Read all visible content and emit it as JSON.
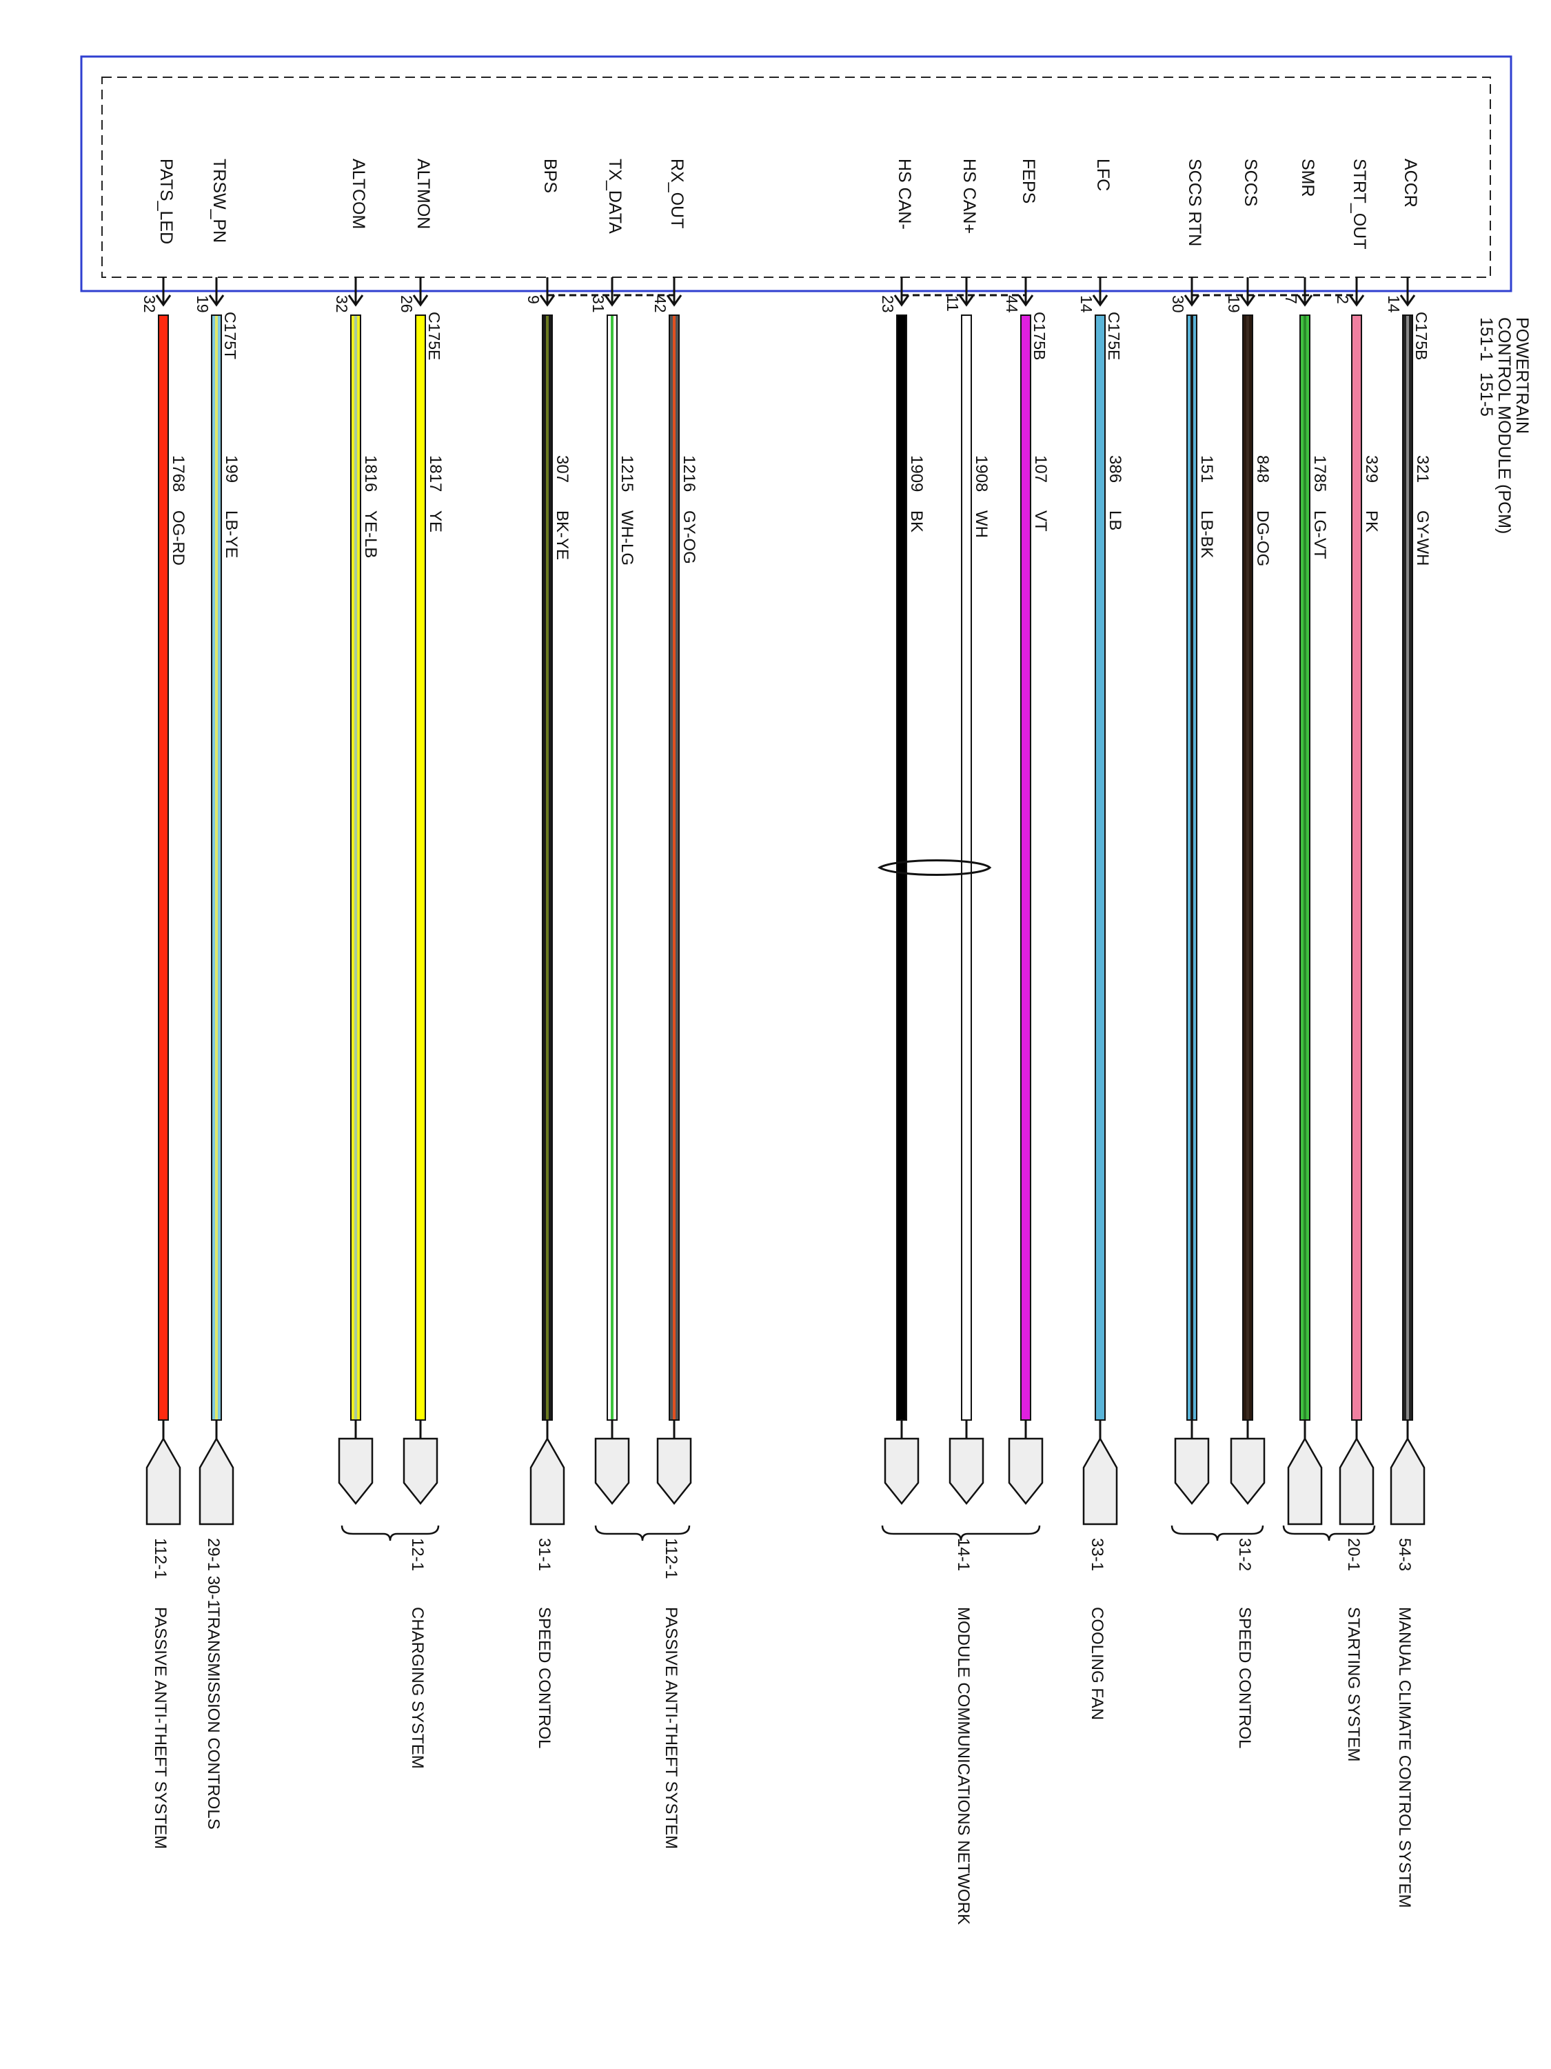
{
  "module": {
    "name_lines": [
      "POWERTRAIN",
      "CONTROL MODULE (PCM)"
    ],
    "refs": [
      "151-1",
      "151-5"
    ]
  },
  "wires": [
    {
      "signal": "PATS_LED",
      "pin": "32",
      "connector": "",
      "circuit": "1768",
      "color_code": "OG-RD",
      "hex": "#ff2a10",
      "stripe": "#ff2a10",
      "ref": "112-1",
      "system": "PASSIVE ANTI-THEFT SYSTEM",
      "terminal": "flag"
    },
    {
      "signal": "TRSW_PN",
      "pin": "19",
      "connector": "C175T",
      "circuit": "199",
      "color_code": "LB-YE",
      "hex": "#7ec8e0",
      "stripe": "#dfe86a",
      "ref": "29-1 30-1",
      "system": "TRANSMISSION CONTROLS",
      "terminal": "flag"
    },
    {
      "signal": "ALTCOM",
      "pin": "32",
      "connector": "",
      "circuit": "1816",
      "color_code": "YE-LB",
      "hex": "#f0f020",
      "stripe": "#a8c8a0",
      "ref": "",
      "system": "",
      "terminal": "arrow"
    },
    {
      "signal": "ALTMON",
      "pin": "26",
      "connector": "C175E",
      "circuit": "1817",
      "color_code": "YE",
      "hex": "#ffff00",
      "stripe": "#ffff00",
      "ref": "12-1",
      "system": "CHARGING SYSTEM",
      "terminal": "arrow"
    },
    {
      "signal": "BPS",
      "pin": "9",
      "connector": "",
      "circuit": "307",
      "color_code": "BK-YE",
      "hex": "#1a1a1a",
      "stripe": "#6b7a20",
      "ref": "31-1",
      "system": "SPEED CONTROL",
      "terminal": "flag"
    },
    {
      "signal": "TX_DATA",
      "pin": "31",
      "connector": "",
      "circuit": "1215",
      "color_code": "WH-LG",
      "hex": "#ffffff",
      "stripe": "#3cc43c",
      "ref": "",
      "system": "",
      "terminal": "arrow"
    },
    {
      "signal": "RX_OUT",
      "pin": "42",
      "connector": "",
      "circuit": "1216",
      "color_code": "GY-OG",
      "hex": "#555555",
      "stripe": "#e05020",
      "ref": "112-1",
      "system": "PASSIVE ANTI-THEFT SYSTEM",
      "terminal": "arrow"
    },
    {
      "signal": "HS CAN-",
      "pin": "23",
      "connector": "",
      "circuit": "1909",
      "color_code": "BK",
      "hex": "#000000",
      "stripe": "#000000",
      "ref": "",
      "system": "",
      "terminal": "arrow"
    },
    {
      "signal": "HS CAN+",
      "pin": "11",
      "connector": "",
      "circuit": "1908",
      "color_code": "WH",
      "hex": "#ffffff",
      "stripe": "#ffffff",
      "ref": "14-1",
      "system": "MODULE COMMUNICATIONS NETWORK",
      "terminal": "arrow"
    },
    {
      "signal": "FEPS",
      "pin": "44",
      "connector": "C175B",
      "circuit": "107",
      "color_code": "VT",
      "hex": "#e020e0",
      "stripe": "#e020e0",
      "ref": "",
      "system": "",
      "terminal": "arrow"
    },
    {
      "signal": "LFC",
      "pin": "14",
      "connector": "C175E",
      "circuit": "386",
      "color_code": "LB",
      "hex": "#5ab4d8",
      "stripe": "#5ab4d8",
      "ref": "33-1",
      "system": "COOLING FAN",
      "terminal": "flag"
    },
    {
      "signal": "SCCS RTN",
      "pin": "30",
      "connector": "",
      "circuit": "151",
      "color_code": "LB-BK",
      "hex": "#5ab4d8",
      "stripe": "#1a1a1a",
      "ref": "",
      "system": "",
      "terminal": "arrow"
    },
    {
      "signal": "SCCS",
      "pin": "19",
      "connector": "",
      "circuit": "848",
      "color_code": "DG-OG",
      "hex": "#2a1a10",
      "stripe": "#3a2a20",
      "ref": "31-2",
      "system": "SPEED CONTROL",
      "terminal": "arrow"
    },
    {
      "signal": "SMR",
      "pin": "7",
      "connector": "",
      "circuit": "1785",
      "color_code": "LG-VT",
      "hex": "#40c040",
      "stripe": "#2a8a2a",
      "ref": "",
      "system": "",
      "terminal": "flag"
    },
    {
      "signal": "STRT_OUT",
      "pin": "2",
      "connector": "",
      "circuit": "329",
      "color_code": "PK",
      "hex": "#f080a0",
      "stripe": "#f080a0",
      "ref": "20-1",
      "system": "STARTING SYSTEM",
      "terminal": "flag"
    },
    {
      "signal": "ACCR",
      "pin": "14",
      "connector": "C175B",
      "circuit": "321",
      "color_code": "GY-WH",
      "hex": "#222222",
      "stripe": "#888888",
      "ref": "54-3",
      "system": "MANUAL CLIMATE CONTROL SYSTEM",
      "terminal": "flag"
    }
  ],
  "colors": {
    "frame": "#2f3fd0",
    "dash": "#222222",
    "box_fill": "#eeeeee"
  }
}
